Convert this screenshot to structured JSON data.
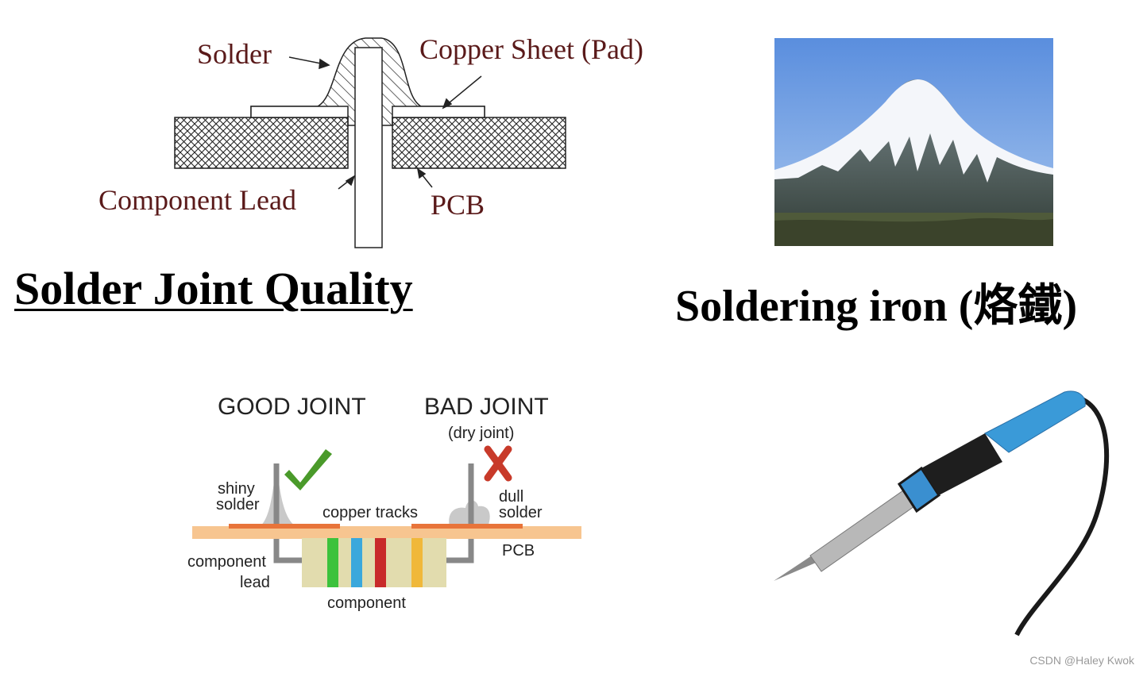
{
  "joint_diagram": {
    "labels": {
      "solder": "Solder",
      "copper_sheet": "Copper Sheet (Pad)",
      "component_lead": "Component Lead",
      "pcb": "PCB"
    }
  },
  "titles": {
    "left": "Solder Joint Quality",
    "right": "Soldering iron (烙鐵)"
  },
  "good_bad": {
    "good_heading": "GOOD JOINT",
    "bad_heading": "BAD JOINT",
    "bad_subheading": "(dry joint)",
    "shiny_solder_1": "shiny",
    "shiny_solder_2": "solder",
    "dull_solder_1": "dull",
    "dull_solder_2": "solder",
    "copper_tracks": "copper tracks",
    "pcb": "PCB",
    "component_lead_1": "component",
    "component_lead_2": "lead",
    "component": "component",
    "colors": {
      "check": "#4a9a2a",
      "cross": "#c83a2a",
      "pcb_board": "#f7c590",
      "copper_track": "#e8743a",
      "component_body": "#e2dcae",
      "band_1": "#3cc23c",
      "band_2": "#3aa8dc",
      "band_3": "#c82a2a",
      "band_4": "#f0b83a"
    }
  },
  "watermark": "CSDN @Haley Kwok"
}
